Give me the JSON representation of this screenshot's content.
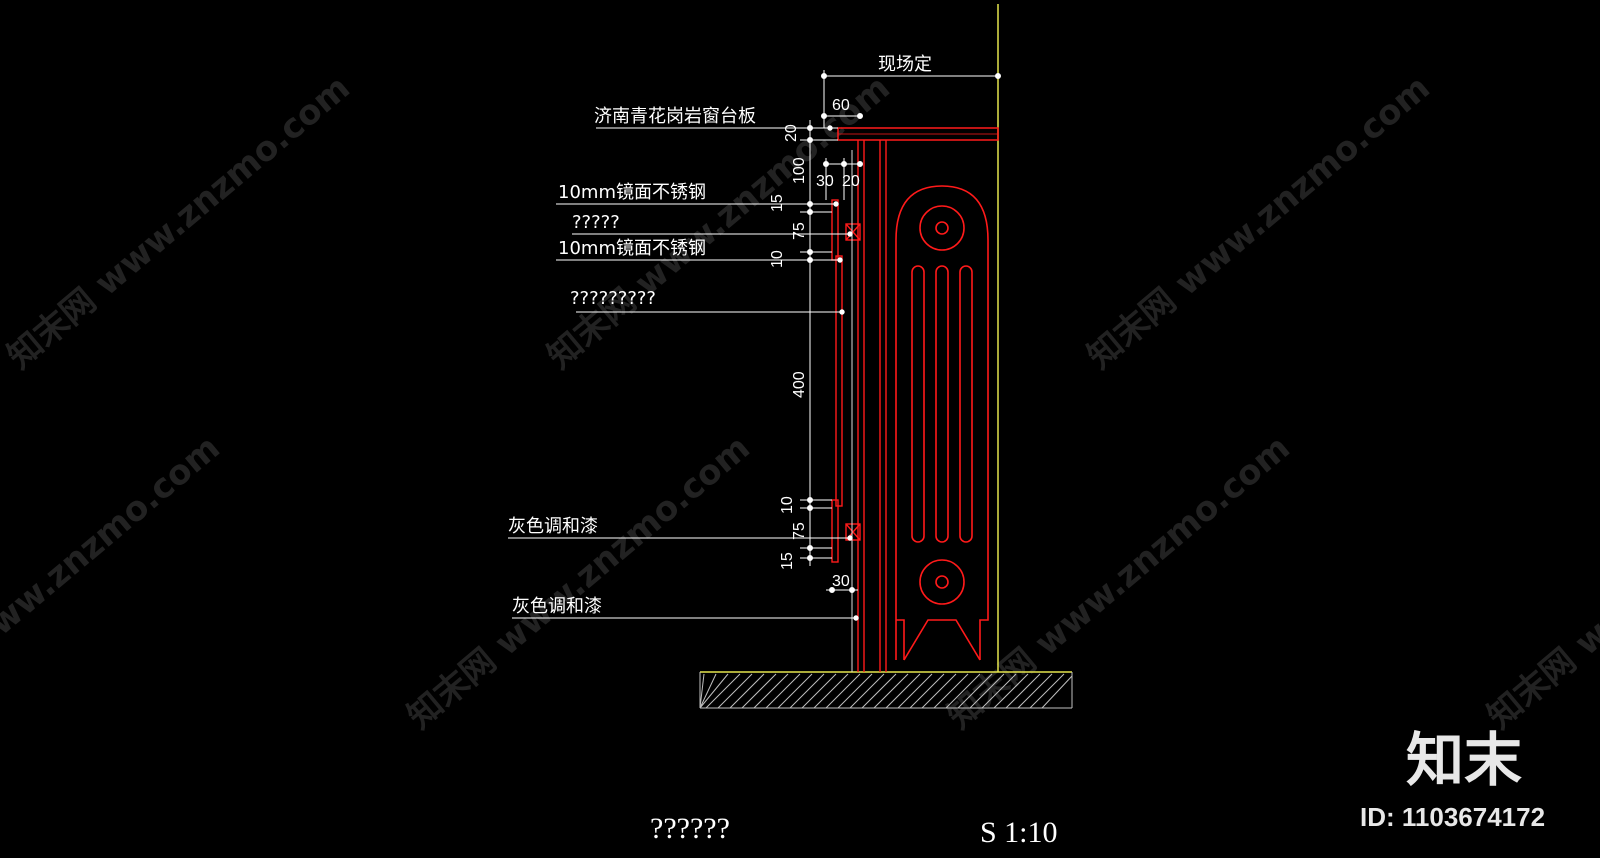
{
  "labels": {
    "granite_sill": "济南青花岗岩窗台板",
    "site_determined": "现场定",
    "mirror_steel_1": "10mm镜面不锈钢",
    "unknown_1": "?????",
    "mirror_steel_2": "10mm镜面不锈钢",
    "unknown_2": "?????????",
    "gray_paint_1": "灰色调和漆",
    "gray_paint_2": "灰色调和漆"
  },
  "dimensions": {
    "d60": "60",
    "d20_top": "20",
    "d100": "100",
    "d30_top": "30",
    "d20_right": "20",
    "d15_top": "15",
    "d75_top": "75",
    "d10_top": "10",
    "d400": "400",
    "d10_bottom": "10",
    "d75_bottom": "75",
    "d15_bottom": "15",
    "d30_bottom": "30"
  },
  "title_block": {
    "title": "??????",
    "scale": "S 1:10"
  },
  "watermark": {
    "text": "知末网 www.znzmo.com"
  },
  "brand": {
    "logo": "知末",
    "id": "ID: 1103674172"
  },
  "colors": {
    "background": "#000000",
    "section_red": "#ff1a1a",
    "wall_yellow": "#e6e64d",
    "dim_white": "#ffffff"
  }
}
